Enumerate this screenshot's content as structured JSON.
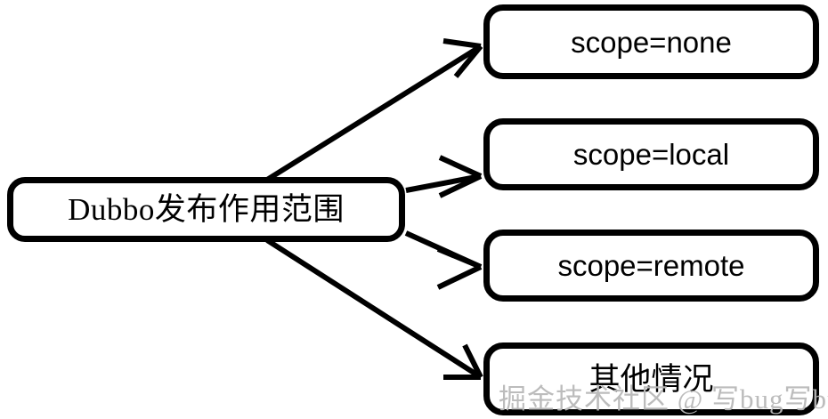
{
  "diagram": {
    "type": "mind-map",
    "orientation": "left-to-right",
    "background_color": "#ffffff",
    "stroke_color": "#000000",
    "root": {
      "id": "root",
      "label": "Dubbo发布作用范围"
    },
    "children": [
      {
        "id": "scope-none",
        "label": "scope=none"
      },
      {
        "id": "scope-local",
        "label": "scope=local"
      },
      {
        "id": "scope-remote",
        "label": "scope=remote"
      },
      {
        "id": "other",
        "label": "其他情况"
      }
    ],
    "edges": [
      {
        "from": "root",
        "to": "scope-none",
        "arrow": "open-v"
      },
      {
        "from": "root",
        "to": "scope-local",
        "arrow": "open-v"
      },
      {
        "from": "root",
        "to": "scope-remote",
        "arrow": "open-v"
      },
      {
        "from": "root",
        "to": "other",
        "arrow": "open-v"
      }
    ]
  },
  "watermark": {
    "text": "掘金技术社区 @ 写bug写bug",
    "color": "#b9b9b9"
  }
}
